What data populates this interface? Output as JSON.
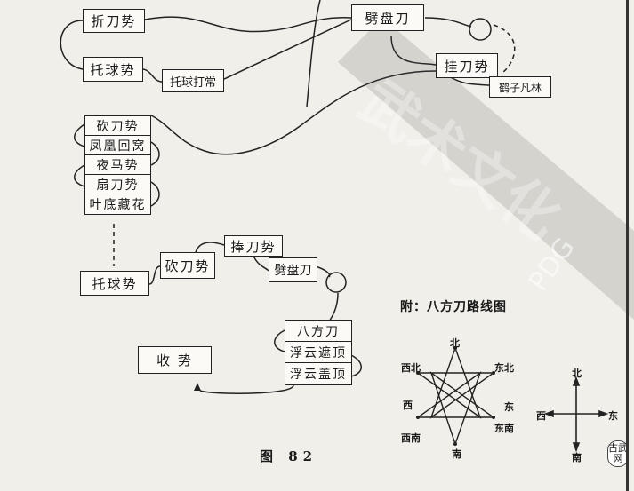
{
  "sequence1": {
    "zhe_dao_shi": "折刀势",
    "tuo_qiu_shi": "托球势",
    "tuo_qiu_da_chang": "托球打常",
    "pi_pan_dao": "劈盘刀",
    "gua_dao_shi": "挂刀势",
    "he_zi_fan_lin": "鹤子凡林"
  },
  "stack_a": [
    "砍刀势",
    "凤凰回窝",
    "夜马势",
    "扇刀势",
    "叶底藏花"
  ],
  "sequence2": {
    "tuo_qiu_shi": "托球势",
    "kan_dao_shi": "砍刀势",
    "peng_dao_shi": "捧刀势",
    "pi_pan_dao": "劈盘刀"
  },
  "stack_b": [
    "八方刀",
    "浮云遮顶",
    "浮云盖顶"
  ],
  "end_box": "收 势",
  "figure_caption": "图 82",
  "inset": {
    "title": "附：八方刀路线图",
    "points": {
      "north": "北",
      "northeast": "东北",
      "east": "东",
      "southeast": "东南",
      "south": "南",
      "southwest": "西南",
      "west": "西",
      "northwest": "西北"
    }
  },
  "compass": {
    "north": "北",
    "south": "南",
    "east": "东",
    "west": "西"
  },
  "watermark": {
    "text": "武术文化",
    "logo": "PDG",
    "corner_stamp": "古武网"
  }
}
